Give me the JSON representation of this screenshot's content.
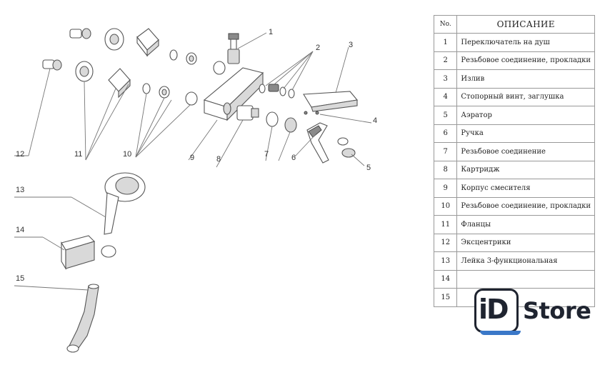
{
  "callouts": [
    "1",
    "2",
    "3",
    "4",
    "5",
    "6",
    "7",
    "8",
    "9",
    "10",
    "11",
    "12",
    "13",
    "14",
    "15"
  ],
  "table": {
    "header_no": "No.",
    "header_desc": "ОПИСАНИЕ",
    "rows": [
      {
        "no": "1",
        "desc": "Переключатель на душ"
      },
      {
        "no": "2",
        "desc": "Резьбовое соединение, прокладки"
      },
      {
        "no": "3",
        "desc": "Излив"
      },
      {
        "no": "4",
        "desc": "Стопорный винт, заглушка"
      },
      {
        "no": "5",
        "desc": "Аэратор"
      },
      {
        "no": "6",
        "desc": "Ручка"
      },
      {
        "no": "7",
        "desc": "Резьбовое соединение"
      },
      {
        "no": "8",
        "desc": "Картридж"
      },
      {
        "no": "9",
        "desc": "Корпус смесителя"
      },
      {
        "no": "10",
        "desc": "Резьбовое соединение, прокладки"
      },
      {
        "no": "11",
        "desc": "Фланцы"
      },
      {
        "no": "12",
        "desc": "Эксцентрики"
      },
      {
        "no": "13",
        "desc": "Лейка 3-функциональная"
      },
      {
        "no": "14",
        "desc": ""
      },
      {
        "no": "15",
        "desc": ""
      }
    ]
  },
  "logo": {
    "badge": "iD",
    "word": "Store",
    "accent_color": "#3a78c8",
    "dark_color": "#1f2430"
  }
}
